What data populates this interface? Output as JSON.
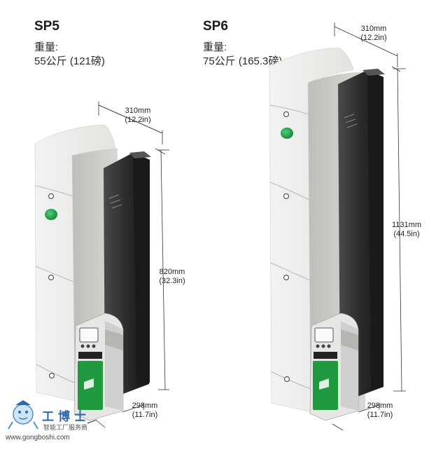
{
  "models": [
    {
      "name": "SP5",
      "weight_label": "重量:",
      "weight_value": "55公斤 (121磅)",
      "width_mm": "310mm",
      "width_in": "(12.2in)",
      "height_mm": "820mm",
      "height_in": "(32.3in)",
      "depth_mm": "298mm",
      "depth_in": "(11.7in)"
    },
    {
      "name": "SP6",
      "weight_label": "重量:",
      "weight_value": "75公斤 (165.3磅)",
      "width_mm": "310mm",
      "width_in": "(12.2in)",
      "height_mm": "1131mm",
      "height_in": "(44.5in)",
      "depth_mm": "298mm",
      "depth_in": "(11.7in)"
    }
  ],
  "watermark": {
    "name": "工博士",
    "slogan": "智能工厂服务商",
    "url": "www.gongboshi.com"
  },
  "colors": {
    "panel_light": "#ebebe8",
    "panel_mid": "#c9c9c6",
    "body_dark": "#2a2a2a",
    "status_green": "#1f9a3e",
    "logo_blue": "#2b66b0"
  }
}
